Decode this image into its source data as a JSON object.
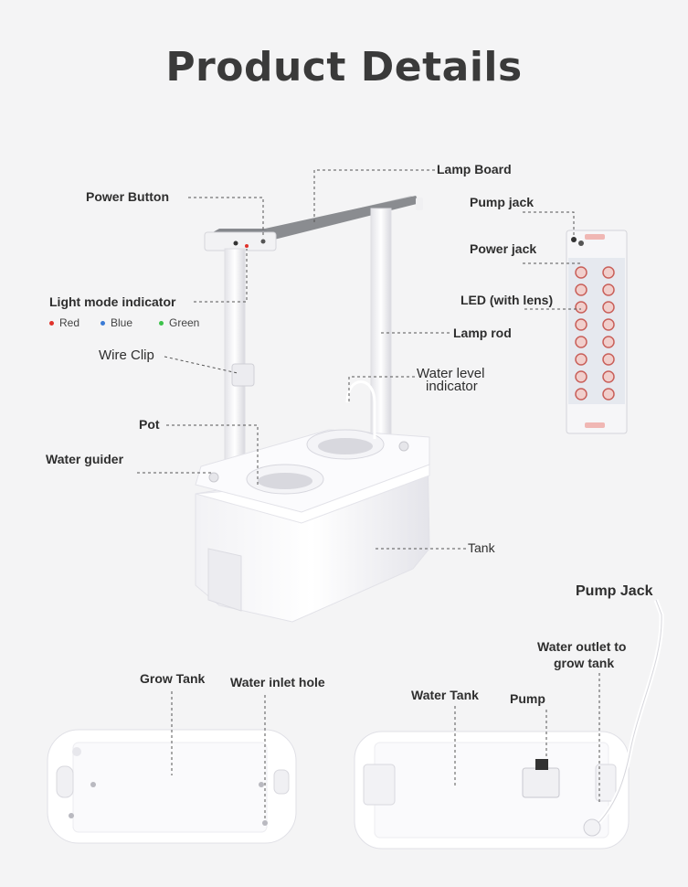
{
  "title": "Product Details",
  "labels": {
    "lamp_board": "Lamp Board",
    "power_button": "Power Button",
    "light_mode_indicator": "Light mode indicator",
    "wire_clip": "Wire Clip",
    "pot": "Pot",
    "water_guider": "Water guider",
    "lamp_rod": "Lamp rod",
    "water_level_indicator_line1": "Water level",
    "water_level_indicator_line2": "indicator",
    "tank": "Tank",
    "pump_jack_top": "Pump jack",
    "power_jack": "Power jack",
    "led_with_lens": "LED (with lens)",
    "pump_jack_bottom": "Pump Jack",
    "water_outlet_line1": "Water outlet to",
    "water_outlet_line2": "grow tank",
    "grow_tank": "Grow Tank",
    "water_inlet_hole": "Water inlet hole",
    "water_tank": "Water Tank",
    "pump": "Pump"
  },
  "indicator_modes": [
    {
      "label": "Red",
      "color": "#e0322b"
    },
    {
      "label": "Blue",
      "color": "#3a7bd5"
    },
    {
      "label": "Green",
      "color": "#3cc24a"
    }
  ],
  "colors": {
    "background": "#f4f4f5",
    "device_white": "#ffffff",
    "led_red": "#c9605a"
  }
}
